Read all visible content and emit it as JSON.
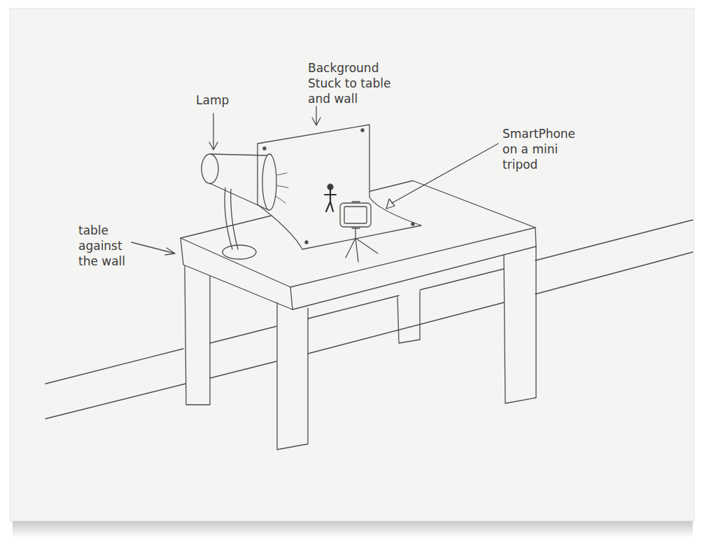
{
  "diagram": {
    "labels": [
      "Lamp",
      "Background Stuck to table and wall",
      "SmartPhone on a mini tripod",
      "table against the wall"
    ]
  }
}
